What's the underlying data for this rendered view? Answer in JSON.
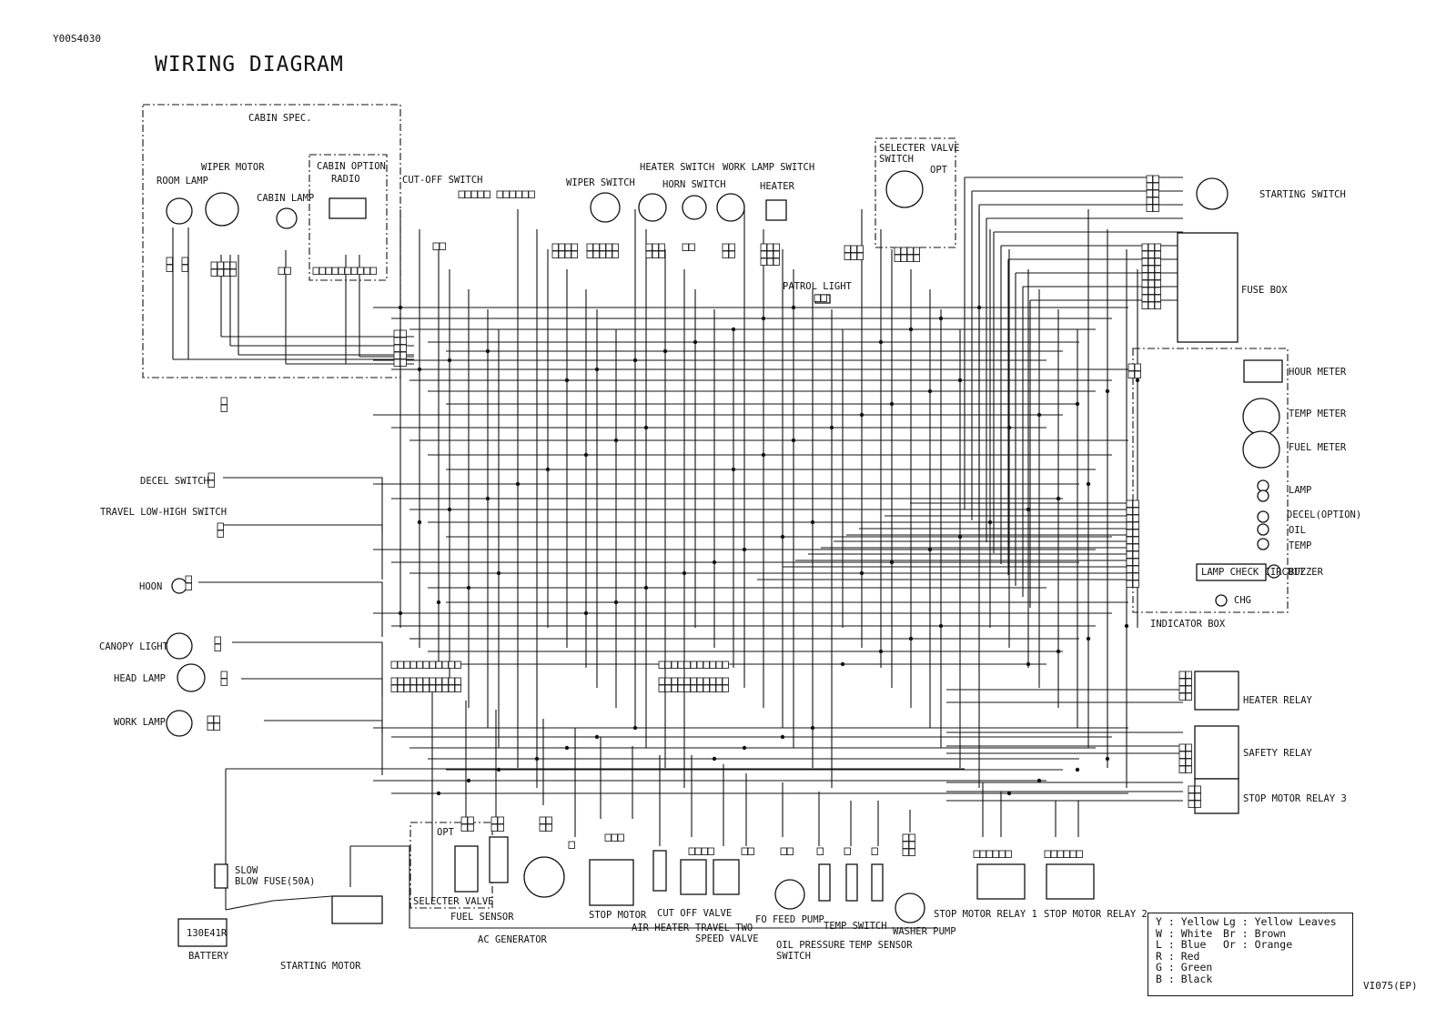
{
  "header": {
    "doc_code": "Y00S4030",
    "title": "WIRING DIAGRAM",
    "footer_code": "VI075(EP)"
  },
  "groups": {
    "cabin_spec": "CABIN SPEC.",
    "cabin_option": "CABIN OPTION",
    "selector_valve_switch": "SELECTER VALVE\nSWITCH",
    "opt": "OPT",
    "opt_bottom": "OPT",
    "indicator_box": "INDICATOR BOX"
  },
  "components": [
    {
      "id": "room_lamp",
      "label": "ROOM LAMP"
    },
    {
      "id": "wiper_motor",
      "label": "WIPER MOTOR"
    },
    {
      "id": "cabin_lamp",
      "label": "CABIN LAMP"
    },
    {
      "id": "radio",
      "label": "RADIO"
    },
    {
      "id": "cut_off_switch",
      "label": "CUT-OFF SWITCH"
    },
    {
      "id": "wiper_switch",
      "label": "WIPER SWITCH"
    },
    {
      "id": "heater_switch",
      "label": "HEATER SWITCH"
    },
    {
      "id": "horn_switch",
      "label": "HORN SWITCH"
    },
    {
      "id": "work_lamp_switch",
      "label": "WORK LAMP SWITCH"
    },
    {
      "id": "heater",
      "label": "HEATER"
    },
    {
      "id": "patrol_light",
      "label": "PATROL LIGHT"
    },
    {
      "id": "starting_switch",
      "label": "STARTING SWITCH"
    },
    {
      "id": "fuse_box",
      "label": "FUSE BOX"
    },
    {
      "id": "hour_meter",
      "label": "HOUR METER"
    },
    {
      "id": "temp_meter",
      "label": "TEMP METER"
    },
    {
      "id": "fuel_meter",
      "label": "FUEL METER"
    },
    {
      "id": "lamp",
      "label": "LAMP"
    },
    {
      "id": "decel_option",
      "label": "DECEL(OPTION)"
    },
    {
      "id": "oil",
      "label": "OIL"
    },
    {
      "id": "temp",
      "label": "TEMP"
    },
    {
      "id": "buzzer",
      "label": "BUZZER"
    },
    {
      "id": "lamp_check_circuit",
      "label": "LAMP CHECK CIRCUIT"
    },
    {
      "id": "chg",
      "label": "CHG"
    },
    {
      "id": "decel_switch",
      "label": "DECEL SWITCH"
    },
    {
      "id": "travel_low_high_switch",
      "label": "TRAVEL LOW-HIGH SWITCH"
    },
    {
      "id": "hoon",
      "label": "HOON"
    },
    {
      "id": "canopy_light",
      "label": "CANOPY LIGHT"
    },
    {
      "id": "head_lamp",
      "label": "HEAD LAMP"
    },
    {
      "id": "work_lamp",
      "label": "WORK LAMP"
    },
    {
      "id": "heater_relay",
      "label": "HEATER RELAY"
    },
    {
      "id": "safety_relay",
      "label": "SAFETY RELAY"
    },
    {
      "id": "stop_motor_relay_3",
      "label": "STOP MOTOR RELAY 3"
    },
    {
      "id": "slow_blow_fuse",
      "label": "SLOW\nBLOW FUSE(50A)"
    },
    {
      "id": "battery",
      "label": "BATTERY"
    },
    {
      "id": "battery_model",
      "label": "130E41R"
    },
    {
      "id": "starting_motor",
      "label": "STARTING MOTOR"
    },
    {
      "id": "selector_valve",
      "label": "SELECTER VALVE"
    },
    {
      "id": "fuel_sensor",
      "label": "FUEL SENSOR"
    },
    {
      "id": "ac_generator",
      "label": "AC GENERATOR"
    },
    {
      "id": "stop_motor",
      "label": "STOP MOTOR"
    },
    {
      "id": "air_heater",
      "label": "AIR HEATER"
    },
    {
      "id": "cut_off_valve",
      "label": "CUT OFF VALVE"
    },
    {
      "id": "travel_two_speed_valve",
      "label": "TRAVEL TWO\nSPEED VALVE"
    },
    {
      "id": "fo_feed_pump",
      "label": "FO FEED PUMP"
    },
    {
      "id": "oil_pressure_switch",
      "label": "OIL PRESSURE\nSWITCH"
    },
    {
      "id": "temp_switch",
      "label": "TEMP SWITCH"
    },
    {
      "id": "temp_sensor",
      "label": "TEMP SENSOR"
    },
    {
      "id": "washer_pump",
      "label": "WASHER PUMP"
    },
    {
      "id": "stop_motor_relay_1",
      "label": "STOP MOTOR RELAY 1"
    },
    {
      "id": "stop_motor_relay_2",
      "label": "STOP MOTOR RELAY 2"
    }
  ],
  "legend": {
    "left": [
      "Y : Yellow",
      "W : White",
      "L : Blue",
      "R : Red",
      "G : Green",
      "B : Black"
    ],
    "right": [
      "Lg : Yellow Leaves",
      "Br : Brown",
      "Or : Orange"
    ]
  },
  "colors": {
    "ink": "#111111",
    "paper": "#ffffff"
  }
}
